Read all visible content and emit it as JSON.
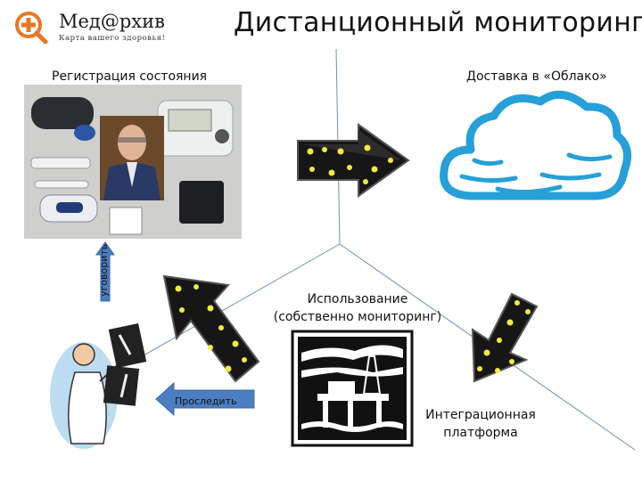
{
  "header": {
    "title": "Дистанционный мониторинг",
    "logo_name": "Мед@рхив",
    "logo_tagline": "Карта вашего здоровья!"
  },
  "stages": {
    "registration": "Регистрация состояния",
    "cloud": "Доставка в «Облако»",
    "usage_line1": "Использование",
    "usage_line2": "(собственно мониторинг)",
    "platform_line1": "Интеграционная",
    "platform_line2": "платформа"
  },
  "actions": {
    "say": "уговорить",
    "trace": "Проследить"
  },
  "colors": {
    "blue_arrow": "#4a7ec1",
    "cloud_blue": "#25a0d8",
    "logo_orange": "#e87722",
    "led_yellow": "#f2ec3b"
  }
}
